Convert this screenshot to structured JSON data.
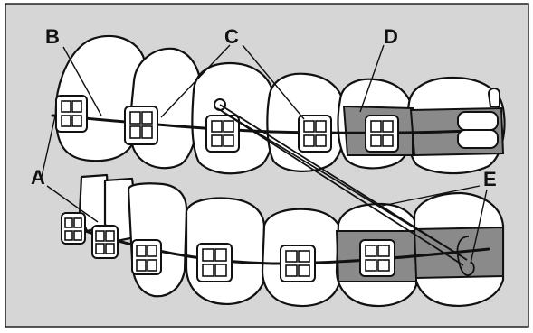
{
  "labels": {
    "a": "A",
    "b": "B",
    "c": "C",
    "d": "D",
    "e": "E"
  },
  "colors": {
    "background": "#d6d6d6",
    "band": "#8a8a8a",
    "outline": "#111111",
    "tooth": "#ffffff"
  }
}
